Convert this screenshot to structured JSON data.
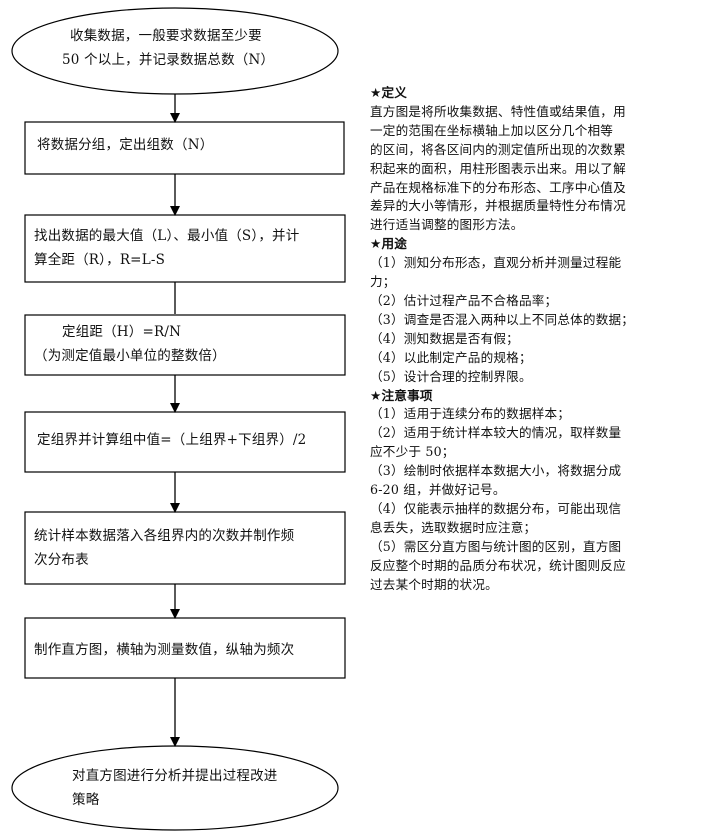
{
  "flowchart": {
    "start": "收集数据，一般要求数据至少要 50 个以上，并记录数据总数（N）",
    "start_line1": "收集数据，一般要求数据至少要",
    "start_line2": "50 个以上，并记录数据总数（N）",
    "step1": "将数据分组，定出组数（N）",
    "step2_line1": "找出数据的最大值（L）、最小值（S），并计",
    "step2_line2": "算全距（R），R=L-S",
    "step3_line1": "定组距（H）=R/N",
    "step3_line2": "（为测定值最小单位的整数倍）",
    "step4": "定组界并计算组中值=（上组界+下组界）/2",
    "step5_line1": "统计样本数据落入各组界内的次数并制作频",
    "step5_line2": "次分布表",
    "step6": "制作直方图，横轴为测量数值，纵轴为频次",
    "end_line1": "对直方图进行分析并提出过程改进",
    "end_line2": "策略"
  },
  "panel": {
    "definition_title": "★定义",
    "definition_lines": [
      "直方图是将所收集数据、特性值或结果值，用",
      "一定的范围在坐标横轴上加以区分几个相等",
      "的区间，将各区间内的测定值所出现的次数累",
      "积起来的面积，用柱形图表示出来。用以了解",
      "产品在规格标准下的分布形态、工序中心值及",
      "差异的大小等情形，并根据质量特性分布情况",
      "进行适当调整的图形方法。"
    ],
    "usage_title": "★用途",
    "usage_lines": [
      "（1）测知分布形态，直观分析并测量过程能",
      "力；",
      "（2）估计过程产品不合格品率；",
      "（3）调查是否混入两种以上不同总体的数据；",
      "（4）测知数据是否有假；",
      "（4）以此制定产品的规格；",
      "（5）设计合理的控制界限。"
    ],
    "notes_title": "★注意事项",
    "notes_lines": [
      "（1）适用于连续分布的数据样本；",
      "（2）适用于统计样本较大的情况，取样数量",
      "应不少于 50；",
      "（3）绘制时依据样本数据大小，将数据分成",
      "6-20 组，并做好记号。",
      "（4）仅能表示抽样的数据分布，可能出现信",
      "息丢失，选取数据时应注意；",
      "（5）需区分直方图与统计图的区别，直方图",
      "反应整个时期的品质分布状况，统计图则反应",
      "过去某个时期的状况。"
    ]
  }
}
